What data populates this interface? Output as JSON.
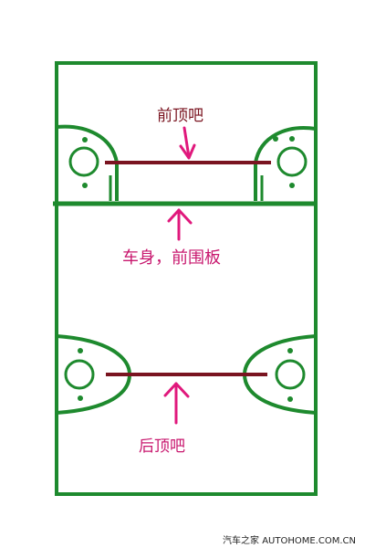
{
  "labels": {
    "front_strut": "前顶吧",
    "body_panel": "车身，前围板",
    "rear_strut": "后顶吧"
  },
  "watermark": "汽车之家  AUTOHOME.COM.CN",
  "colors": {
    "outline": "#1e8a2e",
    "bar": "#7a1420",
    "arrow": "#e0187c",
    "text": "#c8176e"
  }
}
